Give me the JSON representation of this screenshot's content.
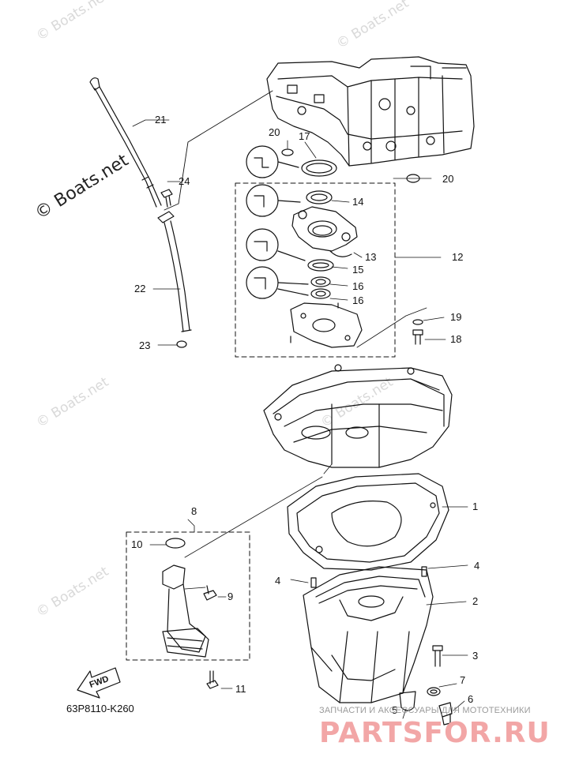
{
  "watermarks": {
    "main": "© Boats.net",
    "faint": "© Boats.net"
  },
  "diagram_code": "63P8110-K260",
  "fwd_label": "FWD",
  "site_banner": {
    "tagline": "ЗАПЧАСТИ И АКСЕССУАРЫ ДЛЯ МОТОТЕХНИКИ",
    "name": "PARTSFOR.RU"
  },
  "callouts": {
    "c1": "1",
    "c2": "2",
    "c3": "3",
    "c4a": "4",
    "c4b": "4",
    "c5": "5",
    "c6": "6",
    "c7": "7",
    "c8": "8",
    "c9": "9",
    "c10": "10",
    "c11": "11",
    "c12": "12",
    "c13": "13",
    "c14": "14",
    "c15": "15",
    "c16a": "16",
    "c16b": "16",
    "c17": "17",
    "c18": "18",
    "c19": "19",
    "c20a": "20",
    "c20b": "20",
    "c21": "21",
    "c22": "22",
    "c23": "23",
    "c24": "24"
  }
}
